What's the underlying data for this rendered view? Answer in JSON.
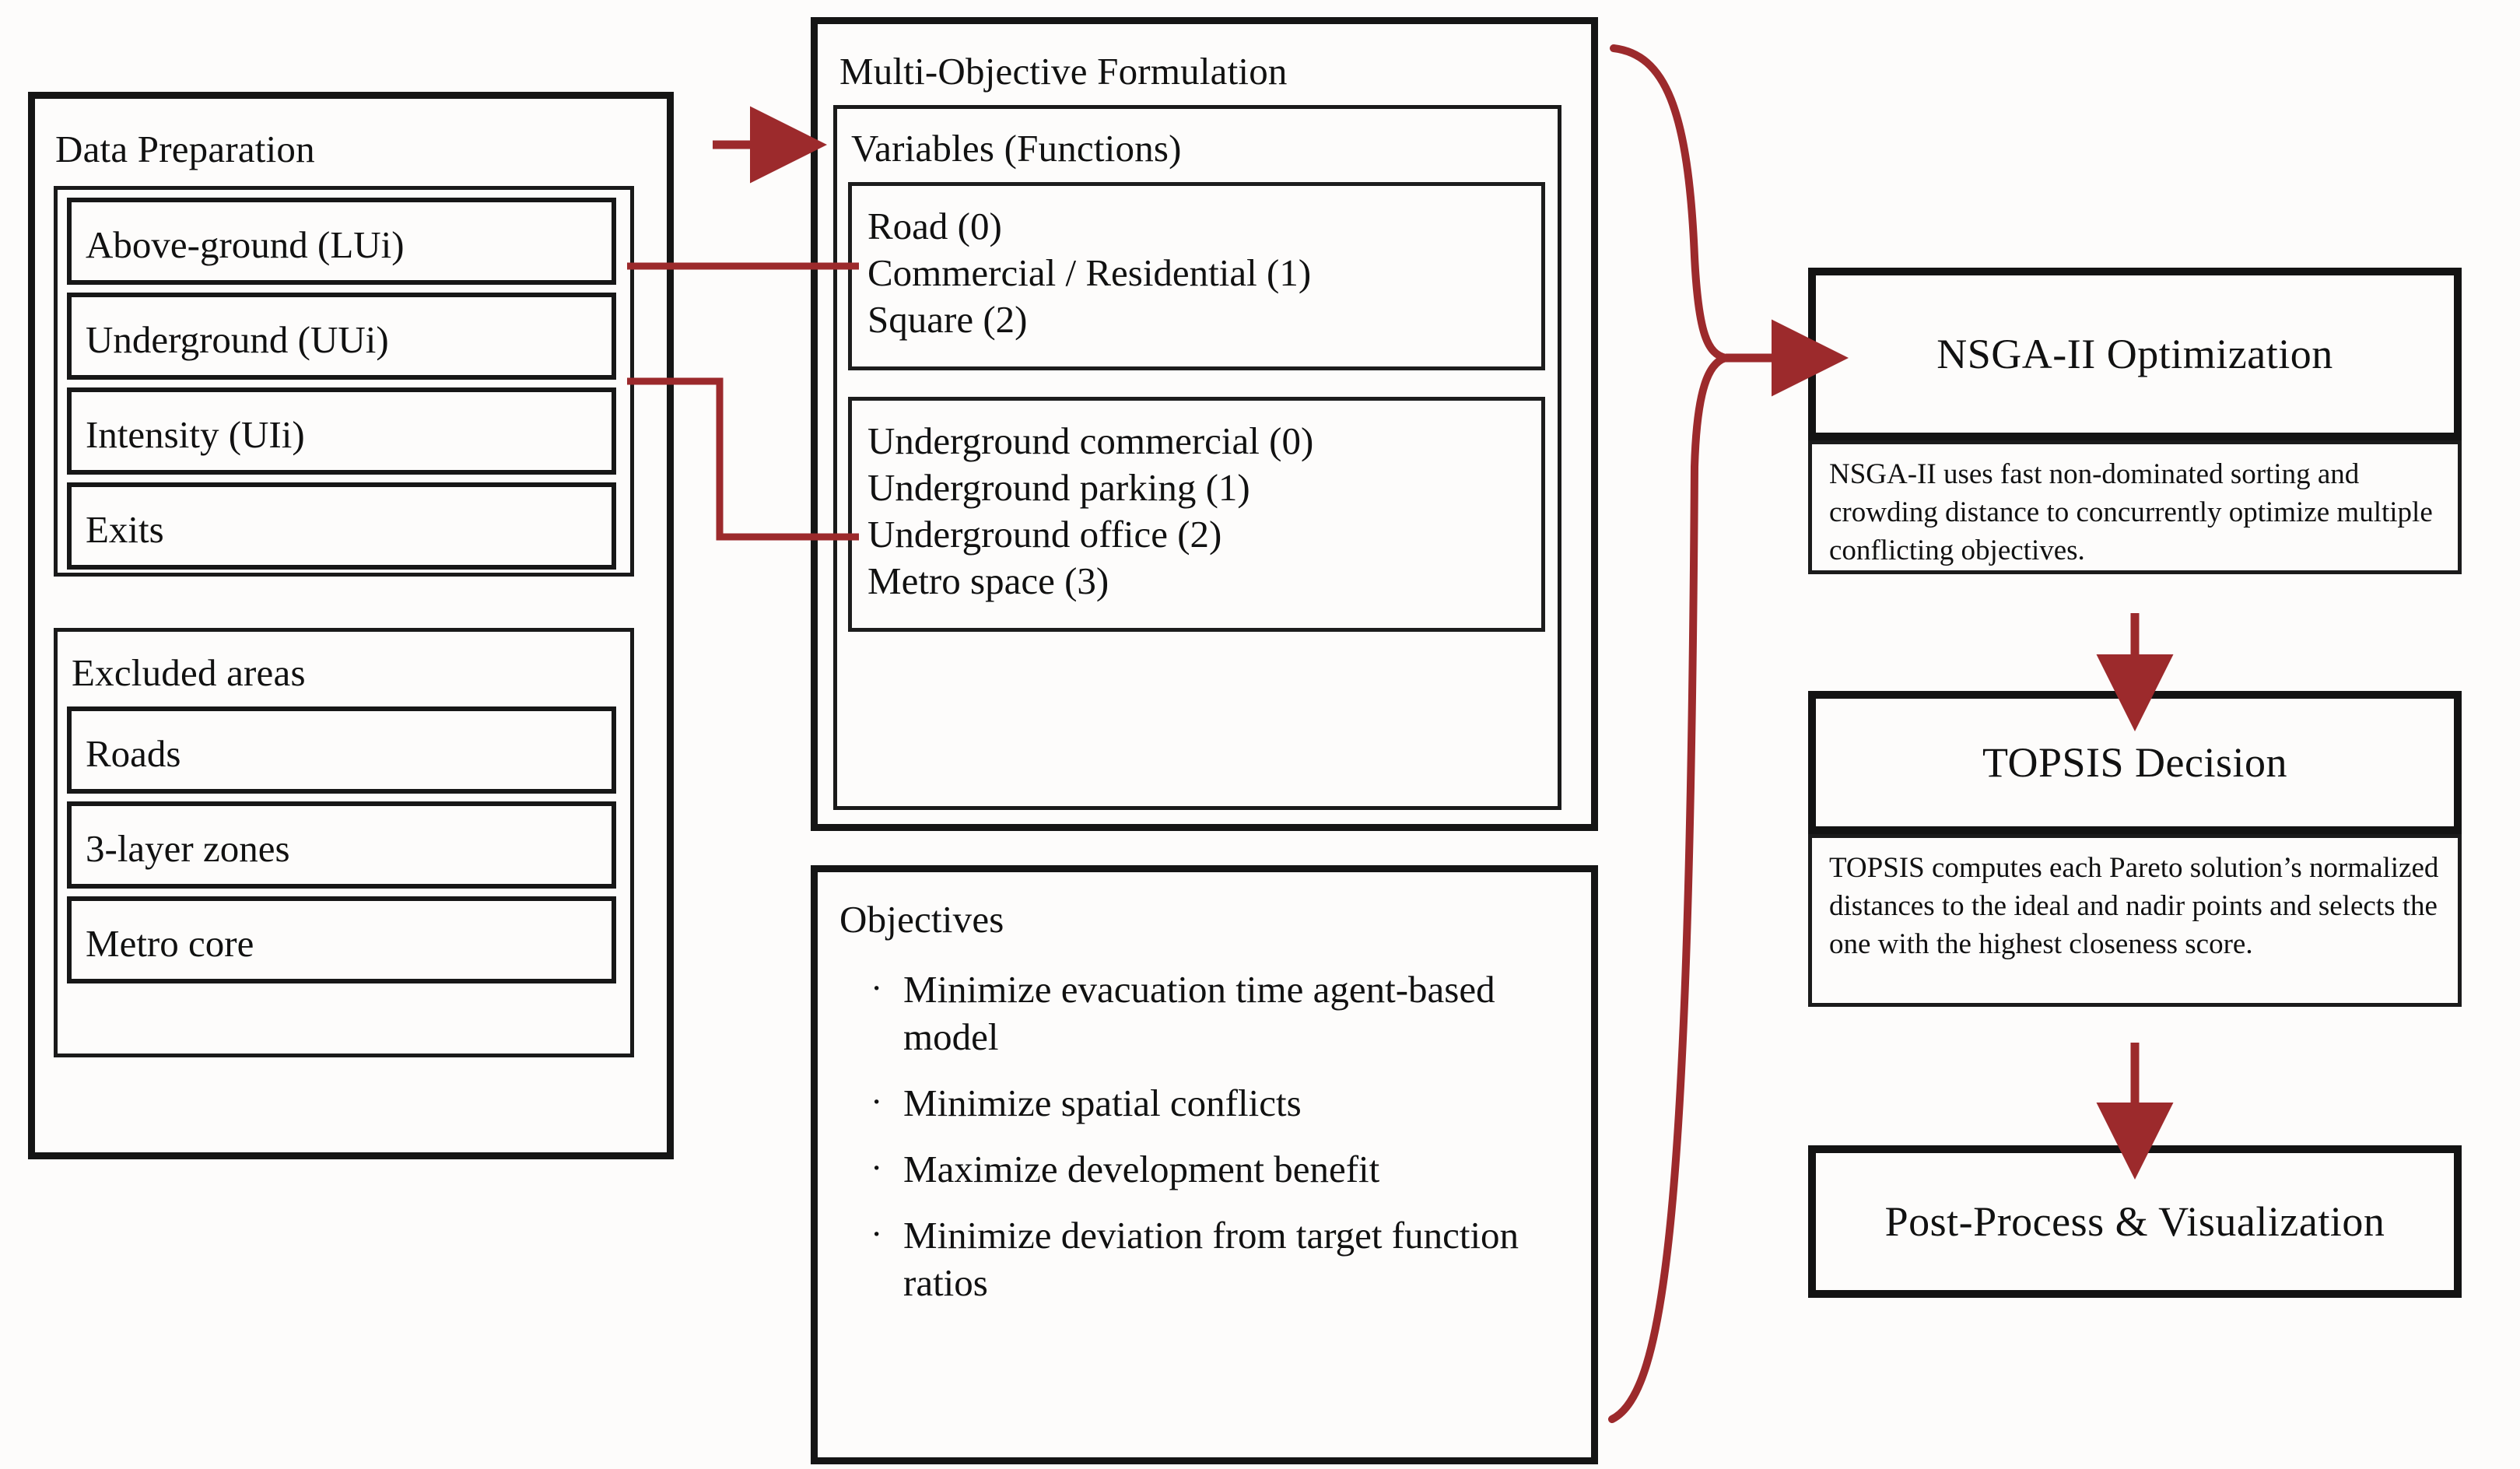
{
  "colors": {
    "accent_red": "#9c2a2c",
    "border_black": "#151515",
    "background": "#fdfcfb"
  },
  "left_column": {
    "data_preparation": {
      "title": "Data Preparation",
      "items": [
        {
          "label": "Above-ground (LUi)"
        },
        {
          "label": "Underground (UUi)"
        },
        {
          "label": "Intensity (UIi)"
        },
        {
          "label": "Exits"
        }
      ]
    },
    "excluded_areas": {
      "title": "Excluded areas",
      "items": [
        {
          "label": "Roads"
        },
        {
          "label": "3-layer zones"
        },
        {
          "label": "Metro core"
        }
      ]
    }
  },
  "middle_column": {
    "formulation": {
      "title": "Multi-Objective Formulation",
      "variables": {
        "title": "Variables (Functions)",
        "above_ground": [
          "Road (0)",
          "Commercial / Residential (1)",
          "Square (2)"
        ],
        "underground": [
          "Underground commercial (0)",
          "Underground parking (1)",
          "Underground office (2)",
          "Metro space (3)"
        ]
      }
    },
    "objectives": {
      "title": "Objectives",
      "bullet": "·",
      "items": [
        "Minimize evacuation time agent-based model",
        "Minimize spatial conflicts",
        "Maximize development benefit",
        "Minimize deviation from target function ratios"
      ]
    }
  },
  "right_column": {
    "stages": [
      {
        "title": "NSGA-II Optimization",
        "description": "NSGA-II uses fast non-dominated sorting and crowding distance to concurrently optimize multiple conflicting objectives."
      },
      {
        "title": "TOPSIS Decision",
        "description": "TOPSIS computes each Pareto solution’s normalized distances to the ideal and nadir points and selects the one with the highest closeness score."
      },
      {
        "title": "Post-Process & Visualization",
        "description": ""
      }
    ]
  }
}
